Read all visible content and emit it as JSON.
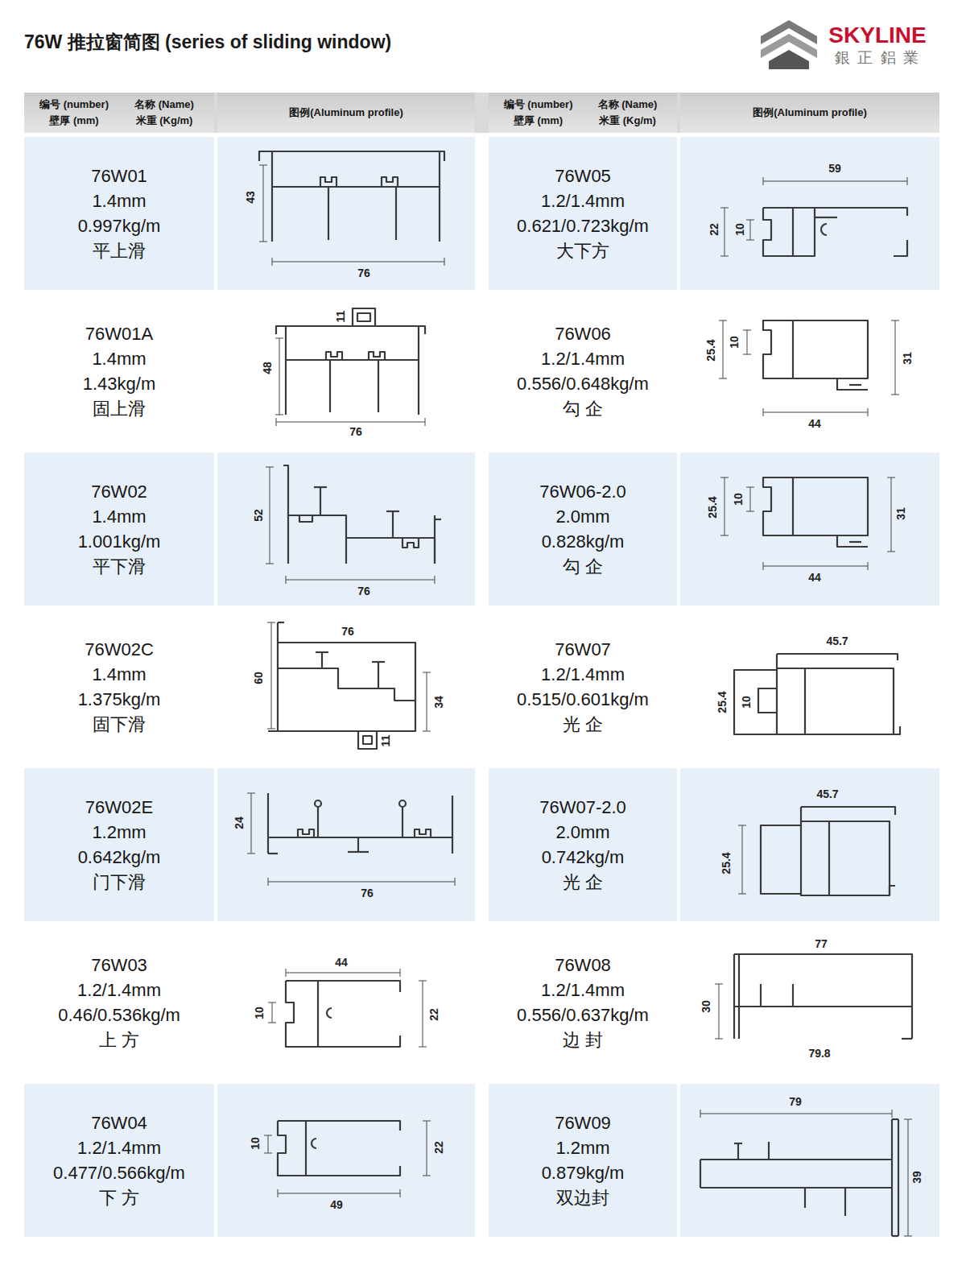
{
  "diagram": {
    "title": "76W 推拉窗简图 (series of sliding window)",
    "nodes": [
      {
        "text": [
          "编号 (number)",
          "名称 (Name)",
          "壁厚 (mm)",
          "米重 (Kg/m)"
        ]
      },
      {
        "text": [
          "图例(Aluminum profile)"
        ]
      },
      {
        "text": [
          "编号 (number)",
          "名称 (Name)",
          "壁厚 (mm)",
          "米重 (Kg/m)"
        ]
      },
      {
        "text": [
          "图例(Aluminum profile)"
        ]
      },
      {
        "text": [
          "76W01",
          "1.4mm",
          "0.997kg/m",
          "平上滑"
        ]
      },
      {
        "text": [
          "76W05",
          "1.2/1.4mm",
          "0.621/0.723kg/m",
          "大下方"
        ]
      },
      {
        "text": [
          "76W01A",
          "1.4mm",
          "1.43kg/m",
          "固上滑"
        ]
      },
      {
        "text": [
          "76W06",
          "1.2/1.4mm",
          "0.556/0.648kg/m",
          "勾 企"
        ]
      },
      {
        "text": [
          "76W02",
          "1.4mm",
          "1.001kg/m",
          "平下滑"
        ]
      },
      {
        "text": [
          "76W06-2.0",
          "2.0mm",
          "0.828kg/m",
          "勾 企"
        ]
      },
      {
        "text": [
          "76W02C",
          "1.4mm",
          "1.375kg/m",
          "固下滑"
        ]
      },
      {
        "text": [
          "76W07",
          "1.2/1.4mm",
          "0.515/0.601kg/m",
          "光 企"
        ]
      },
      {
        "text": [
          "76W02E",
          "1.2mm",
          "0.642kg/m",
          "门下滑"
        ]
      },
      {
        "text": [
          "76W07-2.0",
          "2.0mm",
          "0.742kg/m",
          "光 企"
        ]
      },
      {
        "text": [
          "76W03",
          "1.2/1.4mm",
          "0.46/0.536kg/m",
          "上 方"
        ]
      },
      {
        "text": [
          "76W08",
          "1.2/1.4mm",
          "0.556/0.637kg/m",
          "边 封"
        ]
      },
      {
        "text": [
          "76W04",
          "1.2/1.4mm",
          "0.477/0.566kg/m",
          "下 方"
        ]
      },
      {
        "text": [
          "76W09",
          "1.2mm",
          "0.879kg/m",
          "双边封"
        ]
      }
    ],
    "labels": [
      "SKYLINE",
      "銀 正 鋁 業",
      "43",
      "76",
      "59",
      "22",
      "10",
      "11",
      "48",
      "76",
      "25.4",
      "10",
      "31",
      "44",
      "52",
      "76",
      "25.4",
      "10",
      "31",
      "44",
      "76",
      "60",
      "34",
      "11",
      "45.7",
      "25.4",
      "10",
      "24",
      "76",
      "45.7",
      "25.4",
      "44",
      "10",
      "22",
      "77",
      "30",
      "79.8",
      "10",
      "22",
      "49",
      "79",
      "39"
    ]
  }
}
